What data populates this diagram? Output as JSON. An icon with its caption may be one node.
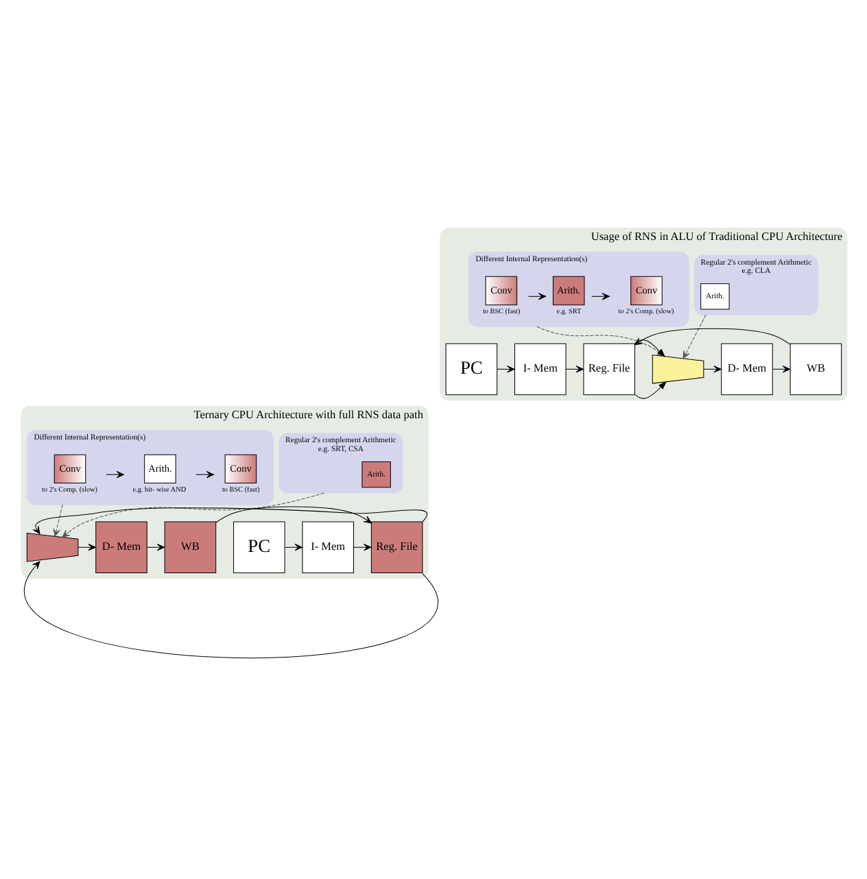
{
  "diagram": {
    "nodes": [
      {
        "text": [
          "Usage of RNS in ALU of Traditional CPU Architecture"
        ]
      },
      {
        "text": [
          "Regular 2's complement Arithmetic",
          "e.g. CLA"
        ],
        "in": 0
      },
      {
        "text": [
          "Arith."
        ],
        "in": 1
      },
      {
        "text": [
          "Different Internal Representation(s)"
        ],
        "in": 0
      },
      {
        "text": [
          "Conv"
        ],
        "in": 3,
        "beside": [
          "to BSC (fast)"
        ]
      },
      {
        "text": [
          "Arith."
        ],
        "in": 3,
        "beside": [
          "e.g. SRT"
        ]
      },
      {
        "text": [
          "Conv"
        ],
        "in": 3,
        "beside": [
          "to 2's Comp. (slow)"
        ]
      },
      {
        "text": [
          "PC"
        ],
        "in": 0
      },
      {
        "text": [
          "I- Mem"
        ],
        "in": 0
      },
      {
        "text": [
          "Reg. File"
        ],
        "in": 0
      },
      {
        "text": [],
        "shape": "trapezoid",
        "in": 0
      },
      {
        "text": [
          "D- Mem"
        ],
        "in": 0
      },
      {
        "text": [
          "WB"
        ],
        "in": 0
      },
      {
        "text": [
          "Ternary CPU Architecture with full RNS data path"
        ]
      },
      {
        "text": [
          "Regular 2's complement Arithmetic",
          "e.g. SRT, CSA"
        ],
        "in": 13
      },
      {
        "text": [
          "Arith."
        ],
        "in": 14
      },
      {
        "text": [
          "Different Internal Representation(s)"
        ],
        "in": 13
      },
      {
        "text": [
          "Conv"
        ],
        "in": 16,
        "beside": [
          "to 2's Comp. (slow)"
        ]
      },
      {
        "text": [
          "Arith."
        ],
        "in": 16,
        "beside": [
          "e.g. bit- wise AND"
        ]
      },
      {
        "text": [
          "Conv"
        ],
        "in": 16,
        "beside": [
          "to BSC (fast)"
        ]
      },
      {
        "text": [
          "PC"
        ],
        "in": 13
      },
      {
        "text": [
          "I- Mem"
        ],
        "in": 13
      },
      {
        "text": [
          "Reg. File"
        ],
        "in": 13
      },
      {
        "text": [],
        "shape": "trapezoid",
        "in": 13
      },
      {
        "text": [
          "D- Mem"
        ],
        "in": 13
      },
      {
        "text": [
          "WB"
        ],
        "in": 13
      }
    ],
    "edges": [
      {
        "from": 4,
        "to": 5,
        "arrow": "to"
      },
      {
        "from": 5,
        "to": 6,
        "arrow": "to"
      },
      {
        "from": 7,
        "to": 8,
        "arrow": "to"
      },
      {
        "from": 8,
        "to": 9,
        "arrow": "to"
      },
      {
        "from": 9,
        "to": 10,
        "arrow": "to"
      },
      {
        "from": 9,
        "to": 10,
        "arrow": "to"
      },
      {
        "from": 10,
        "to": 11,
        "arrow": "to"
      },
      {
        "from": 11,
        "to": 12,
        "arrow": "to"
      },
      {
        "from": 12,
        "to": 9,
        "arrow": "to"
      },
      {
        "from": 1,
        "to": 10,
        "arrow": "to",
        "style": "dashed",
        "color": "#555555"
      },
      {
        "from": 3,
        "to": 10,
        "arrow": "to",
        "style": "dashed",
        "color": "#555555"
      },
      {
        "from": 17,
        "to": 18,
        "arrow": "to"
      },
      {
        "from": 18,
        "to": 19,
        "arrow": "to"
      },
      {
        "from": 20,
        "to": 21,
        "arrow": "to"
      },
      {
        "from": 21,
        "to": 22,
        "arrow": "to"
      },
      {
        "from": 22,
        "to": 23,
        "arrow": "to"
      },
      {
        "from": 22,
        "to": 23,
        "arrow": "to"
      },
      {
        "from": 23,
        "to": 24,
        "arrow": "to"
      },
      {
        "from": 24,
        "to": 25,
        "arrow": "to"
      },
      {
        "from": 25,
        "to": 22,
        "arrow": "to"
      },
      {
        "from": 14,
        "to": 23,
        "arrow": "to",
        "style": "dashed",
        "color": "#555555"
      },
      {
        "from": 16,
        "to": 23,
        "arrow": "to",
        "style": "dashed",
        "color": "#555555"
      }
    ]
  }
}
